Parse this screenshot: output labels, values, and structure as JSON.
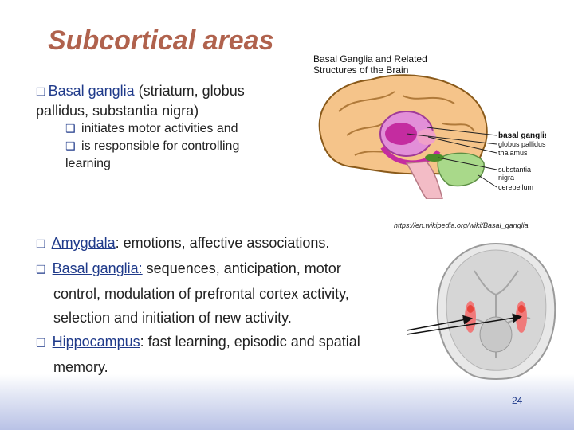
{
  "slide": {
    "title": "Subcortical areas",
    "page_number": "24",
    "source_url": "https://en.wikipedia.org/wiki/Basal_ganglia"
  },
  "intro": {
    "term": "Basal ganglia",
    "line1_rest": " (striatum, globus",
    "line2": "pallidus, substantia nigra)",
    "subbullets": [
      "initiates motor activities and",
      "is responsible for controlling"
    ],
    "sub_cont": "learning"
  },
  "figure": {
    "title_line1": "Basal Ganglia and Related",
    "title_line2": "Structures of the Brain",
    "labels": [
      "basal ganglia",
      "globus pallidus",
      "thalamus",
      "substantia",
      "nigra",
      "cerebellum"
    ]
  },
  "list": {
    "amygdala_link": "Amygdala",
    "amygdala_rest": ": emotions, affective associations.",
    "bg_link": "Basal ganglia:",
    "bg_rest": " sequences, anticipation, motor",
    "bg_line2": "control, modulation of prefrontal cortex activity,",
    "bg_line3": "selection and initiation of new activity.",
    "hc_link": "Hippocampus",
    "hc_rest": ": fast learning, episodic and spatial",
    "hc_line2": "memory."
  },
  "colors": {
    "title": "#b0624d",
    "bullet": "#1f3a8a",
    "highlight": "#e8453c"
  }
}
